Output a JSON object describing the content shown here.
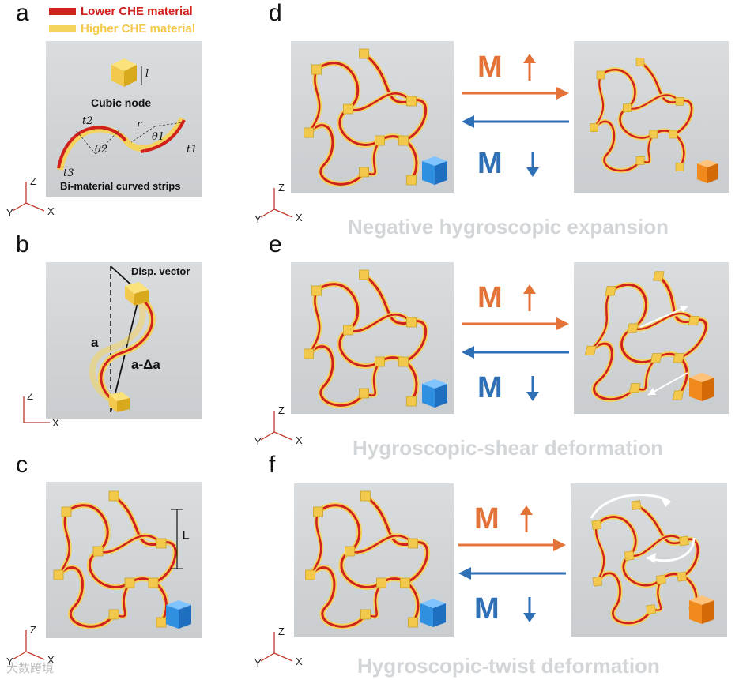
{
  "panels": {
    "a": {
      "label": "a",
      "legend_lower": "Lower CHE material",
      "legend_higher": "Higher CHE material",
      "node_label": "Cubic node",
      "strip_label": "Bi-material curved strips",
      "sym_l": "l",
      "sym_t1": "t1",
      "sym_t2": "t2",
      "sym_t3": "t3",
      "sym_r": "r",
      "sym_theta1": "θ1",
      "sym_theta2": "θ2"
    },
    "b": {
      "label": "b",
      "disp_label": "Disp. vector",
      "a_label": "a",
      "a_da_label": "a-Δa"
    },
    "c": {
      "label": "c",
      "L_label": "L"
    },
    "d": {
      "label": "d",
      "caption": "Negative hygroscopic expansion"
    },
    "e": {
      "label": "e",
      "caption": "Hygroscopic-shear deformation"
    },
    "f": {
      "label": "f",
      "caption": "Hygroscopic-twist deformation"
    }
  },
  "moisture": {
    "up": "M",
    "down": "M"
  },
  "axes": {
    "x": "X",
    "y": "Y",
    "z": "Z"
  },
  "colors": {
    "lower": "#d0211c",
    "higher": "#f4d35e",
    "orange": "#e4733a",
    "blue": "#2e6fb6",
    "cube_blue": "#2f8fe0",
    "cube_orange": "#f08a1c"
  },
  "watermark": "大数跨境"
}
